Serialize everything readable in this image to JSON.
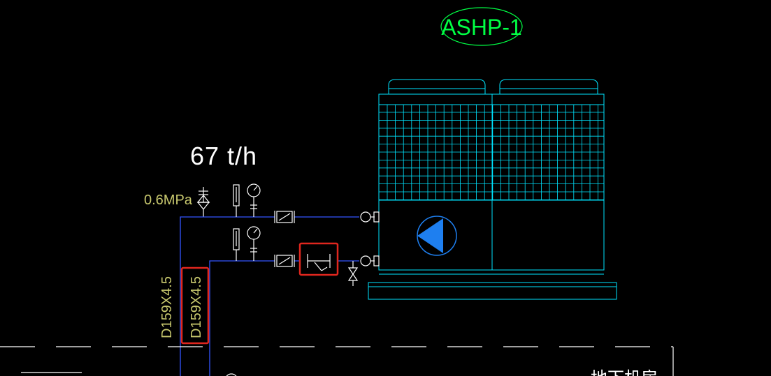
{
  "drawing": {
    "unit_tag": "ASHP-1",
    "flow_rate": "67 t/h",
    "pressure": "0.6MPa",
    "pipe_spec_left": "D159X4.5",
    "pipe_spec_right": "D159X4.5",
    "room_label": "地下机房"
  },
  "colors": {
    "background": "#000000",
    "equipment": "#00e5ff",
    "pipe": "#3355ff",
    "text": "#ffffff",
    "annotation": "#c8c86e",
    "tag": "#00ff44",
    "highlight": "#e0261e",
    "pump": "#1e7ff0"
  }
}
